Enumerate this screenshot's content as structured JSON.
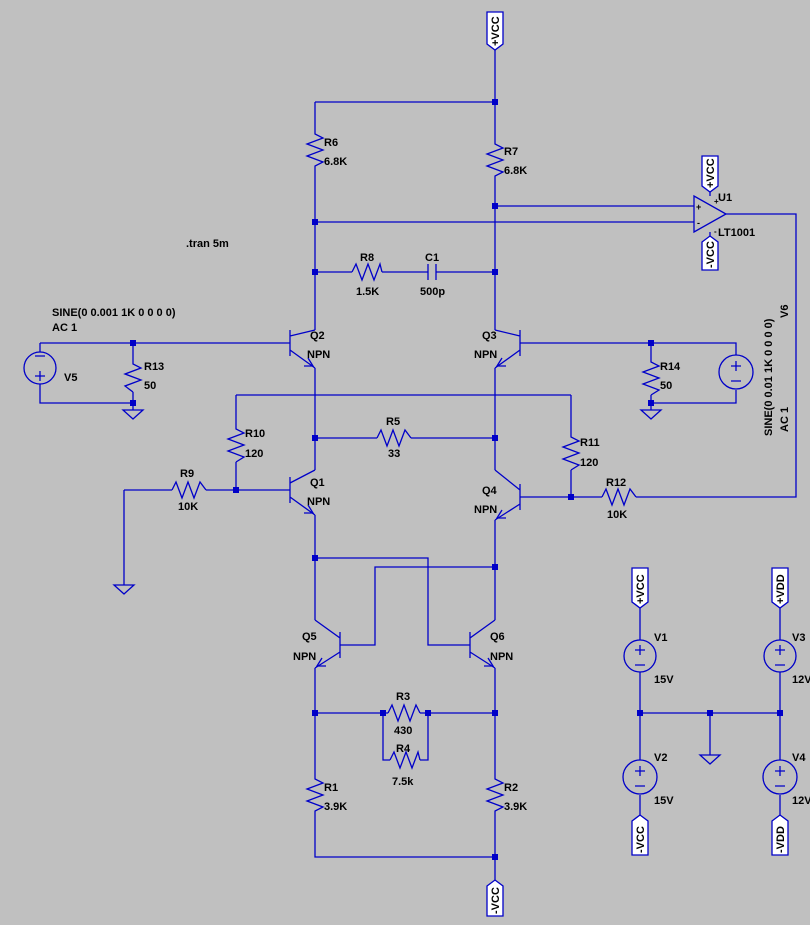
{
  "directive": ".tran 5m",
  "sources": {
    "v5": {
      "name": "V5",
      "line1": "SINE(0 0.001 1K 0 0 0 0)",
      "line2": "AC 1"
    },
    "v6": {
      "name": "V6",
      "line1": "SINE(0 0.01 1K 0 0 0 0)",
      "line2": "AC 1"
    },
    "v1": {
      "name": "V1",
      "value": "15V"
    },
    "v2": {
      "name": "V2",
      "value": "15V"
    },
    "v3": {
      "name": "V3",
      "value": "12V"
    },
    "v4": {
      "name": "V4",
      "value": "12V"
    }
  },
  "resistors": {
    "r1": {
      "name": "R1",
      "value": "3.9K"
    },
    "r2": {
      "name": "R2",
      "value": "3.9K"
    },
    "r3": {
      "name": "R3",
      "value": "430"
    },
    "r4": {
      "name": "R4",
      "value": "7.5k"
    },
    "r5": {
      "name": "R5",
      "value": "33"
    },
    "r6": {
      "name": "R6",
      "value": "6.8K"
    },
    "r7": {
      "name": "R7",
      "value": "6.8K"
    },
    "r8": {
      "name": "R8",
      "value": "1.5K"
    },
    "r9": {
      "name": "R9",
      "value": "10K"
    },
    "r10": {
      "name": "R10",
      "value": "120"
    },
    "r11": {
      "name": "R11",
      "value": "120"
    },
    "r12": {
      "name": "R12",
      "value": "10K"
    },
    "r13": {
      "name": "R13",
      "value": "50"
    },
    "r14": {
      "name": "R14",
      "value": "50"
    }
  },
  "capacitor": {
    "name": "C1",
    "value": "500p"
  },
  "transistors": {
    "q1": {
      "name": "Q1",
      "type": "NPN"
    },
    "q2": {
      "name": "Q2",
      "type": "NPN"
    },
    "q3": {
      "name": "Q3",
      "type": "NPN"
    },
    "q4": {
      "name": "Q4",
      "type": "NPN"
    },
    "q5": {
      "name": "Q5",
      "type": "NPN"
    },
    "q6": {
      "name": "Q6",
      "type": "NPN"
    }
  },
  "opamp": {
    "name": "U1",
    "model": "LT1001",
    "pin_plus": "+",
    "pin_minus": "-"
  },
  "flags": {
    "vcc": "+VCC",
    "nvcc": "-VCC",
    "vdd": "+VDD",
    "nvdd": "-VDD"
  },
  "colors": {
    "background": "#c0c0c0",
    "wire": "#0000c8",
    "text": "#000000"
  }
}
